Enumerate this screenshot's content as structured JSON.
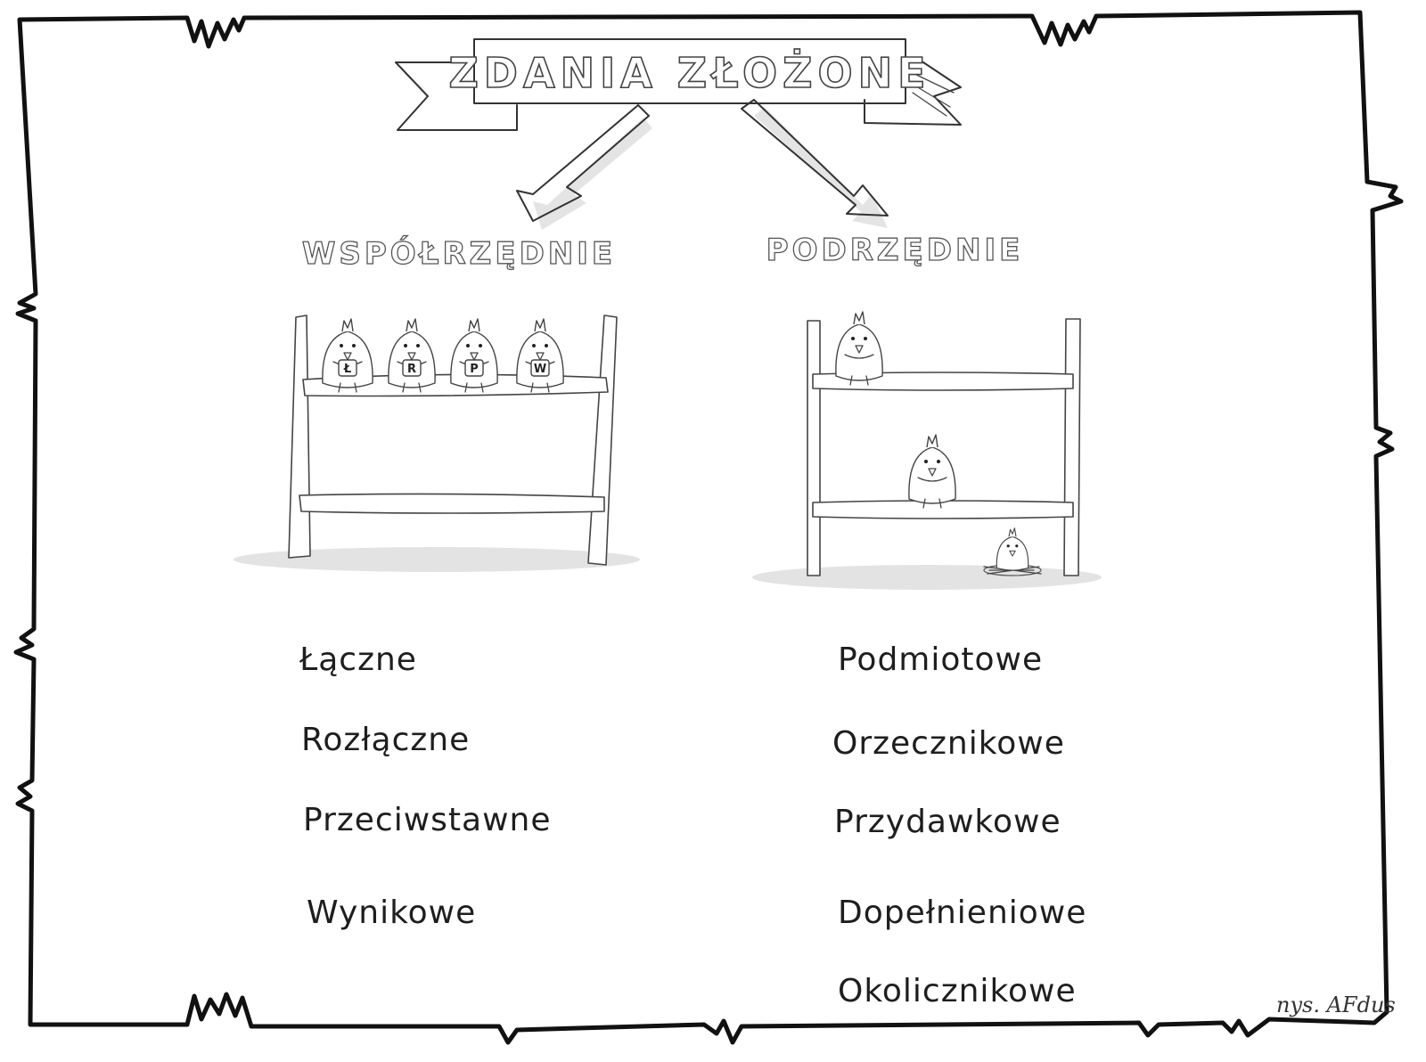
{
  "title": "ZDANIA ZŁOŻONE",
  "left": {
    "heading": "WSPÓŁRZĘDNIE",
    "items": [
      "Łączne",
      "Rozłączne",
      "Przeciwstawne",
      "Wynikowe"
    ],
    "bird_badges": [
      "Ł",
      "R",
      "P",
      "W"
    ]
  },
  "right": {
    "heading": "PODRZĘDNIE",
    "items": [
      "Podmiotowe",
      "Orzecznikowe",
      "Przydawkowe",
      "Dopełnieniowe",
      "Okolicznikowe"
    ]
  },
  "signature": "nys. AFdus",
  "colors": {
    "ink": "#333333",
    "shadow": "#d9d9d9",
    "paper": "#ffffff"
  }
}
